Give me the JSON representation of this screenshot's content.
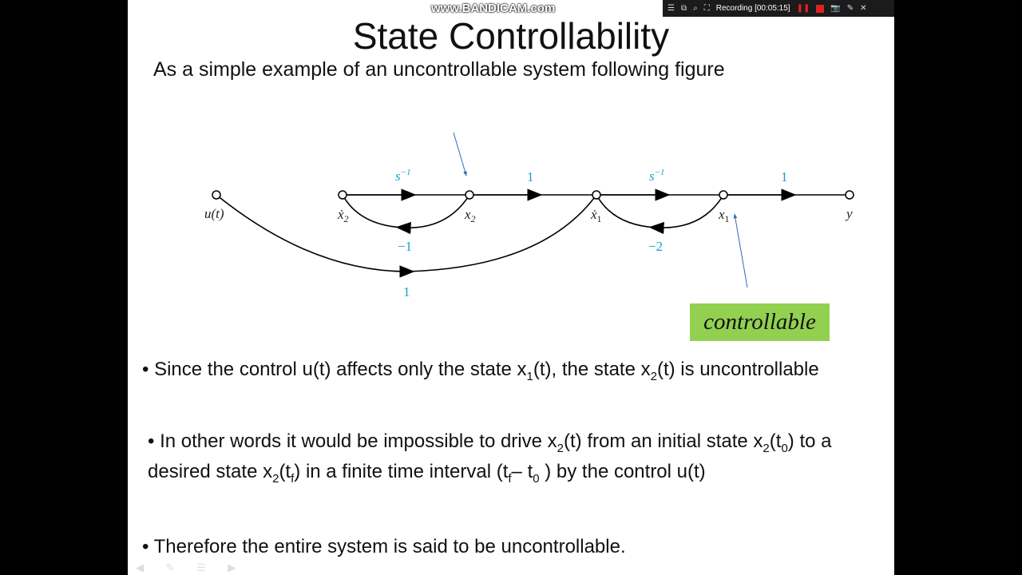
{
  "slide": {
    "title": "State Controllability",
    "subtitle": "As a simple example of an uncontrollable system following figure",
    "diagram": {
      "node_labels": [
        "u(t)",
        "ẋ",
        "2",
        "x",
        "2",
        "ẋ",
        "1",
        "x",
        "1",
        "y"
      ],
      "gains": {
        "s1": "s",
        "s1_exp": "−1",
        "g1": "1",
        "s2": "s",
        "s2_exp": "−1",
        "g2": "1",
        "fb1": "−1",
        "fb2": "−2",
        "input": "1"
      },
      "badge": "controllable",
      "badge_color": "#92d050",
      "arrow_color": "#2e6db4",
      "gain_color": "#1aa0c8"
    },
    "bullets": [
      {
        "pre": "Since the control u(t) affects only the state x",
        "s1": "1",
        "mid": "(t), the state x",
        "s2": "2",
        "post": "(t) is uncontrollable"
      },
      {
        "a": "In other words it would be impossible to drive x",
        "s1": "2",
        "b": "(t) from an initial state x",
        "s2": "2",
        "c": "(t",
        "s3": "0",
        "d": ") to a desired state x",
        "s4": "2",
        "e": "(t",
        "s5": "f",
        "f": ") in a finite time interval (t",
        "s6": "f",
        "g": "– t",
        "s7": "0",
        "h": " ) by the control u(t)"
      },
      {
        "text": "Therefore the entire system is said to be uncontrollable."
      }
    ],
    "bullet_char": "•"
  },
  "watermark": "www.BANDICAM.com",
  "recorder": {
    "status": "Recording [00:05:15]"
  }
}
